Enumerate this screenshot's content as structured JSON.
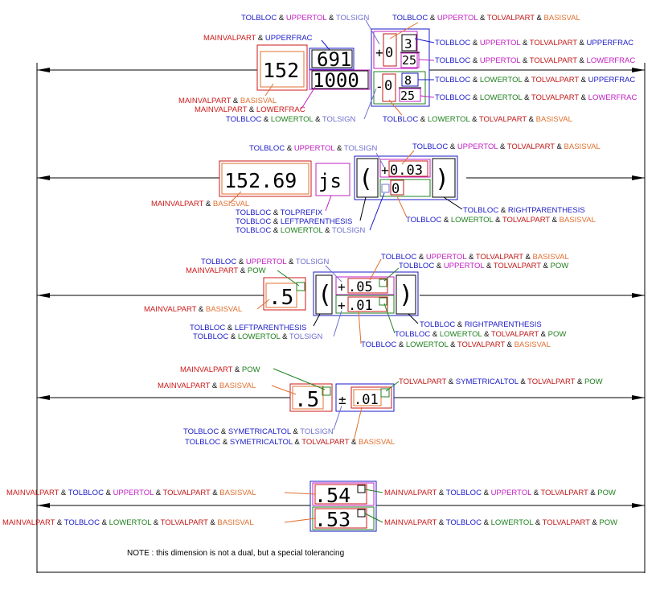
{
  "colors": {
    "tolbloc": "#1a1ac8",
    "mainvalpart": "#cc1a1a",
    "uppertol": "#c020c0",
    "lowertol": "#208020",
    "tolvalpart": "#c01818",
    "basisval": "#e07030",
    "tolsign": "#7070d0",
    "black": "#000000"
  },
  "dim1": {
    "main": "152",
    "upper_frac": "691",
    "lower_frac": "1000",
    "upper_sign": "+",
    "upper_val": "0",
    "upper_num": "3",
    "upper_den": "25",
    "lower_sign": "-",
    "lower_val": "0",
    "lower_num": "8",
    "lower_den": "25"
  },
  "dim2": {
    "main": "152.69",
    "prefix": "js",
    "lparen": "(",
    "rparen": ")",
    "upper_sign": "+",
    "upper_val": "0.03",
    "lower_val": "0"
  },
  "dim3": {
    "main": ".5",
    "lparen": "(",
    "rparen": ")",
    "upper_sign": "+",
    "upper_val": ".05",
    "lower_sign": "+",
    "lower_val": ".01"
  },
  "dim4": {
    "main": ".5",
    "sign": "±",
    "val": ".01"
  },
  "dim5": {
    "upper": ".54",
    "lower": ".53"
  },
  "note": "NOTE : this dimension is not a dual, but a special tolerancing"
}
